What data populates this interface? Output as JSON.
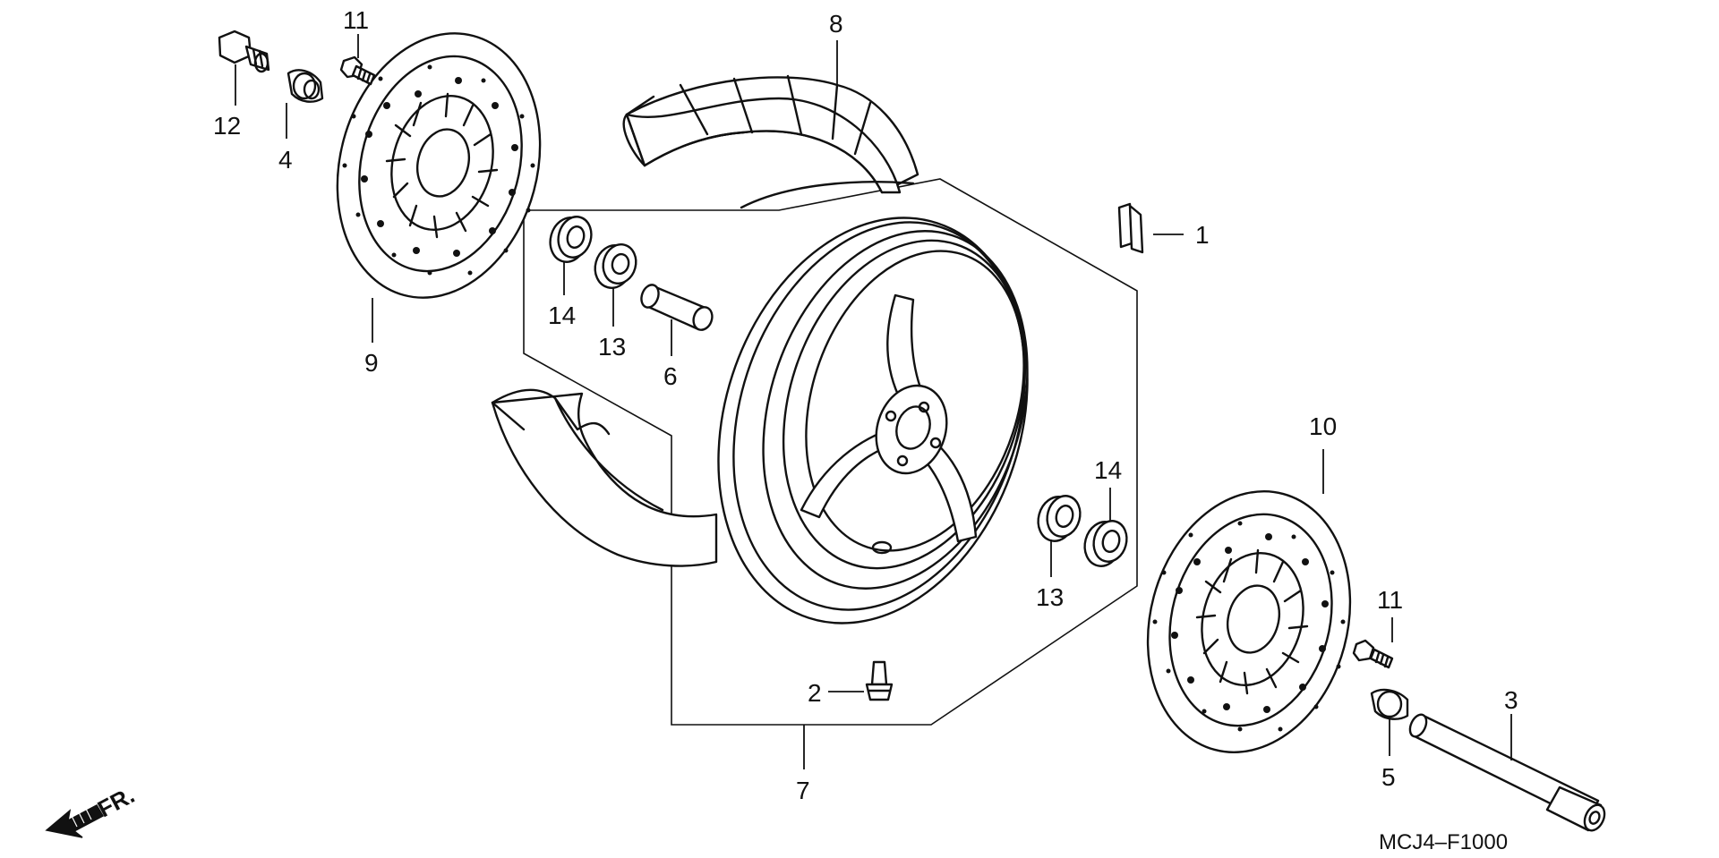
{
  "diagram": {
    "code": "MCJ4–F1000",
    "direction_label": "FR."
  },
  "callouts": [
    {
      "key": "c1",
      "text": "1"
    },
    {
      "key": "c2",
      "text": "2"
    },
    {
      "key": "c3",
      "text": "3"
    },
    {
      "key": "c4",
      "text": "4"
    },
    {
      "key": "c5",
      "text": "5"
    },
    {
      "key": "c6",
      "text": "6"
    },
    {
      "key": "c7",
      "text": "7"
    },
    {
      "key": "c8",
      "text": "8"
    },
    {
      "key": "c9",
      "text": "9"
    },
    {
      "key": "c10",
      "text": "10"
    },
    {
      "key": "c11a",
      "text": "11"
    },
    {
      "key": "c11b",
      "text": "11"
    },
    {
      "key": "c12",
      "text": "12"
    },
    {
      "key": "c13a",
      "text": "13"
    },
    {
      "key": "c13b",
      "text": "13"
    },
    {
      "key": "c14a",
      "text": "14"
    },
    {
      "key": "c14b",
      "text": "14"
    }
  ],
  "icons": {
    "front_arrow": "arrow-front-icon"
  }
}
